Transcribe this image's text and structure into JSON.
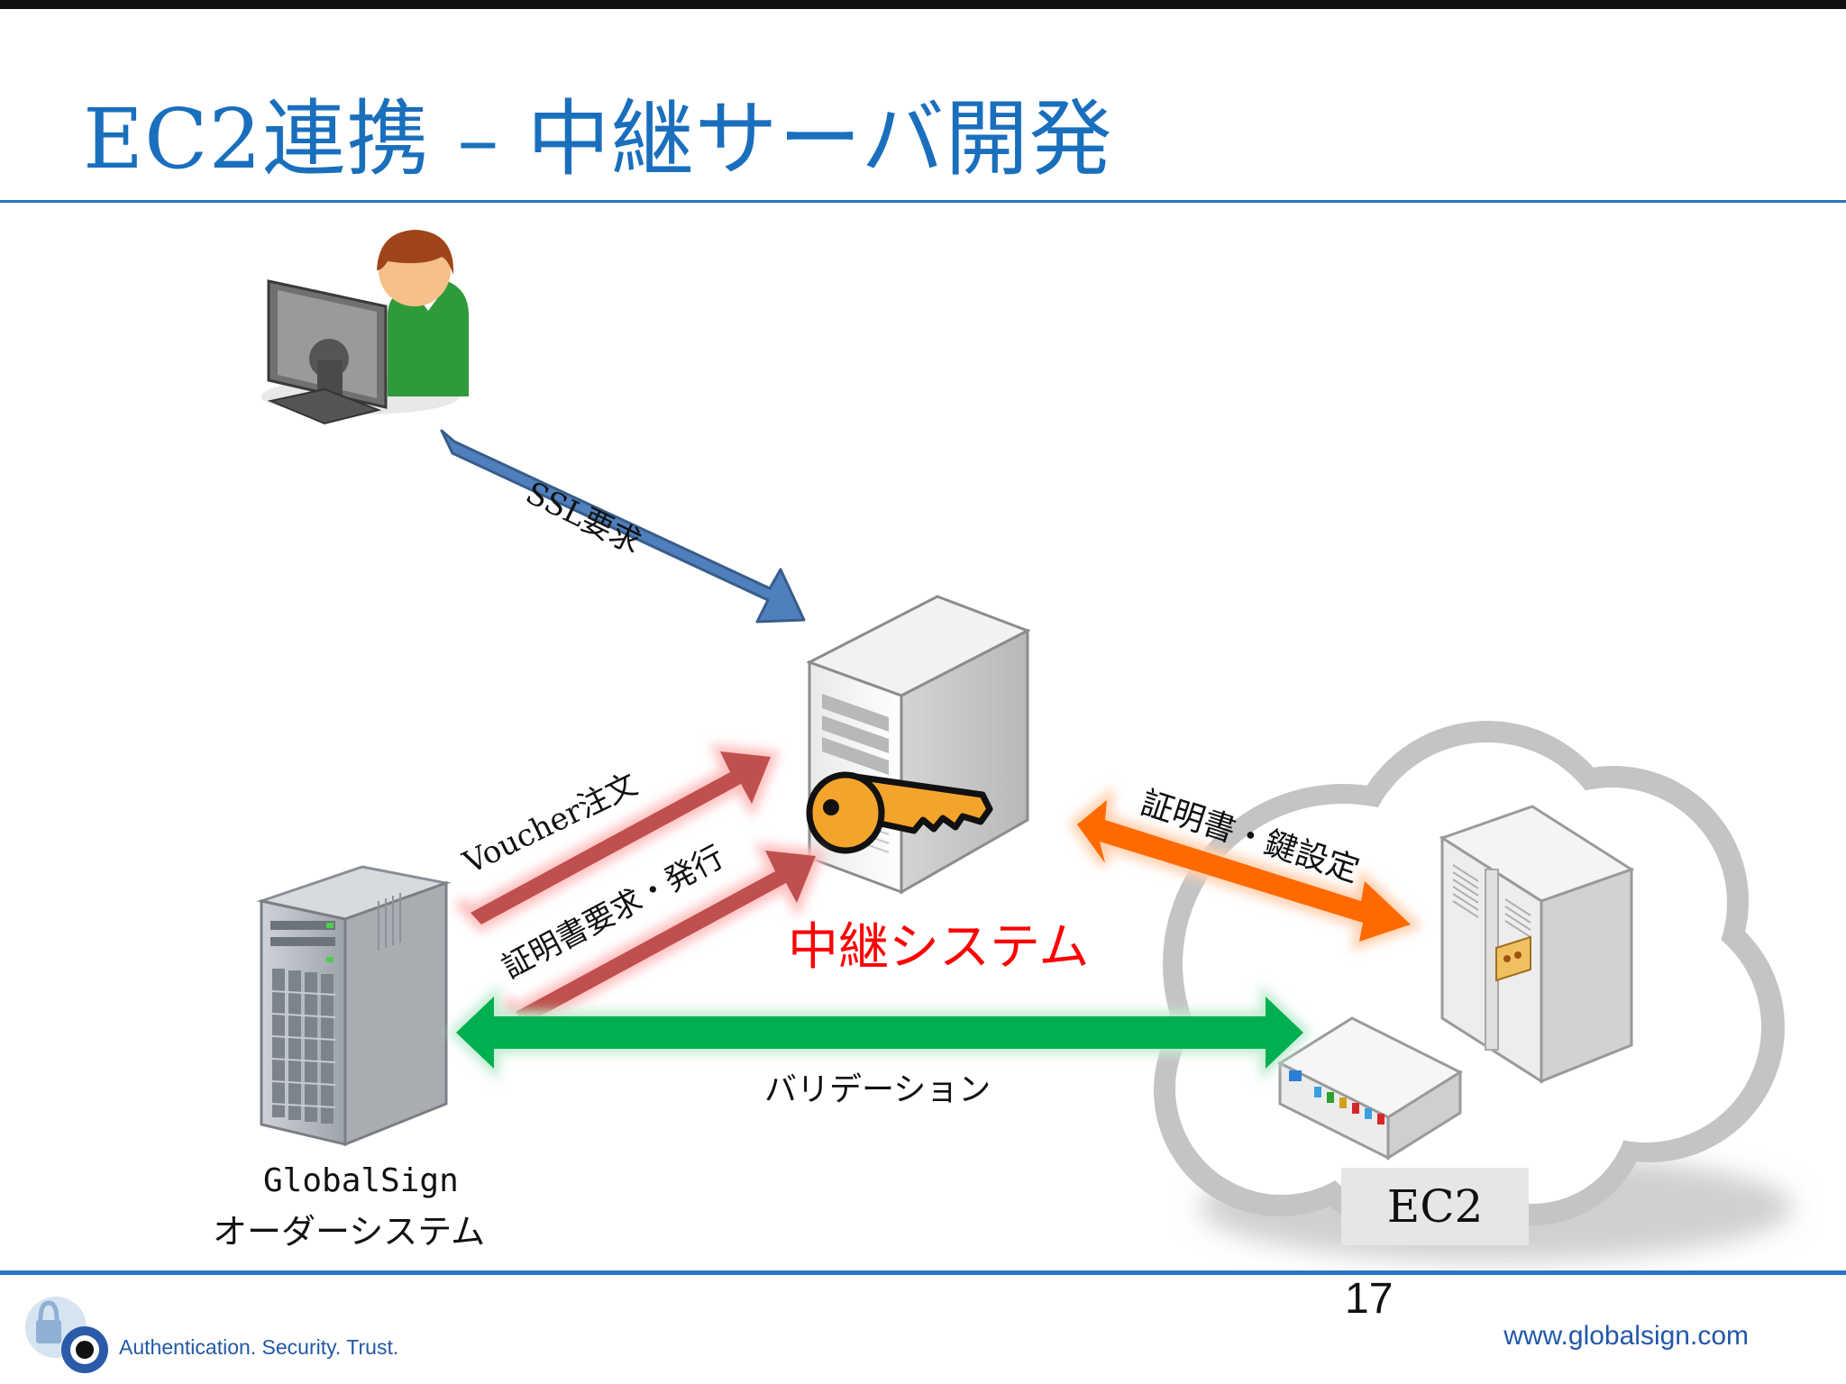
{
  "slide": {
    "title": "EC2連携 – 中継サーバ開発",
    "page_number": "17"
  },
  "diagram": {
    "arrow_ssl": "SSL要求",
    "arrow_voucher": "Voucher注文",
    "arrow_cert_request": "証明書要求・発行",
    "arrow_cert_key": "証明書・鍵設定",
    "arrow_validation": "バリデーション",
    "relay_system": "中継システム",
    "order_system_line1": "GlobalSign",
    "order_system_line2": "オーダーシステム",
    "ec2_label": "EC2"
  },
  "footer": {
    "tagline": "Authentication. Security. Trust.",
    "url": "www.globalsign.com"
  },
  "colors": {
    "title": "#1a6fbd",
    "ssl_arrow": "#4f7fbd",
    "red_arrow": "#c0504d",
    "orange_arrow": "#ff6a00",
    "green_arrow": "#00b050",
    "relay_text": "#ff0000"
  }
}
